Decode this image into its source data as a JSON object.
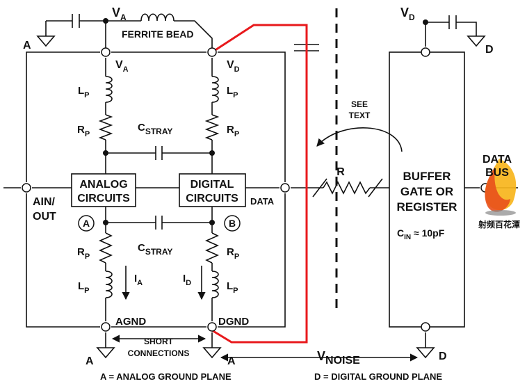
{
  "labels": {
    "va_top_main": "V",
    "va_top_sub": "A",
    "ferrite": "FERRITE BEAD",
    "ground_a_left": "A",
    "va_mid_main": "V",
    "va_mid_sub": "A",
    "vd_mid_main": "V",
    "vd_mid_sub": "D",
    "lp_ul_main": "L",
    "lp_ul_sub": "P",
    "rp_ul_main": "R",
    "rp_ul_sub": "P",
    "lp_ur_main": "L",
    "lp_ur_sub": "P",
    "rp_ur_main": "R",
    "rp_ur_sub": "P",
    "cstray_top_main": "C",
    "cstray_top_sub": "STRAY",
    "analog_1": "ANALOG",
    "analog_2": "CIRCUITS",
    "digital_1": "DIGITAL",
    "digital_2": "CIRCUITS",
    "ain_1": "AIN/",
    "ain_2": "OUT",
    "data": "DATA",
    "node_a": "A",
    "node_b": "B",
    "cstray_bot_main": "C",
    "cstray_bot_sub": "STRAY",
    "rp_ll_main": "R",
    "rp_ll_sub": "P",
    "lp_ll_main": "L",
    "lp_ll_sub": "P",
    "rp_lr_main": "R",
    "rp_lr_sub": "P",
    "lp_lr_main": "L",
    "lp_lr_sub": "P",
    "ia_main": "I",
    "ia_sub": "A",
    "id_main": "I",
    "id_sub": "D",
    "agnd": "AGND",
    "dgnd": "DGND",
    "short_1": "SHORT",
    "short_2": "CONNECTIONS",
    "ground_a_bl": "A",
    "ground_a_br": "A",
    "vnoise_main": "V",
    "vnoise_sub": "NOISE",
    "ground_d_bottom": "D",
    "legend_a": "A = ANALOG GROUND PLANE",
    "legend_d": "D = DIGITAL GROUND PLANE",
    "see_1": "SEE",
    "see_2": "TEXT",
    "r": "R",
    "vd_top_main": "V",
    "vd_top_sub": "D",
    "ground_d_top": "D",
    "buffer_1": "BUFFER",
    "buffer_2": "GATE OR",
    "buffer_3": "REGISTER",
    "cin_main": "C",
    "cin_sub": "IN",
    "cin_val": " ≈ 10pF",
    "databus_1": "DATA",
    "databus_2": "BUS",
    "watermark_text": "射频百花潭"
  },
  "colors": {
    "ink": "#111111",
    "red_trace": "#e8191c",
    "logo_orange": "#e8501c",
    "logo_yellow": "#f7b51c"
  }
}
